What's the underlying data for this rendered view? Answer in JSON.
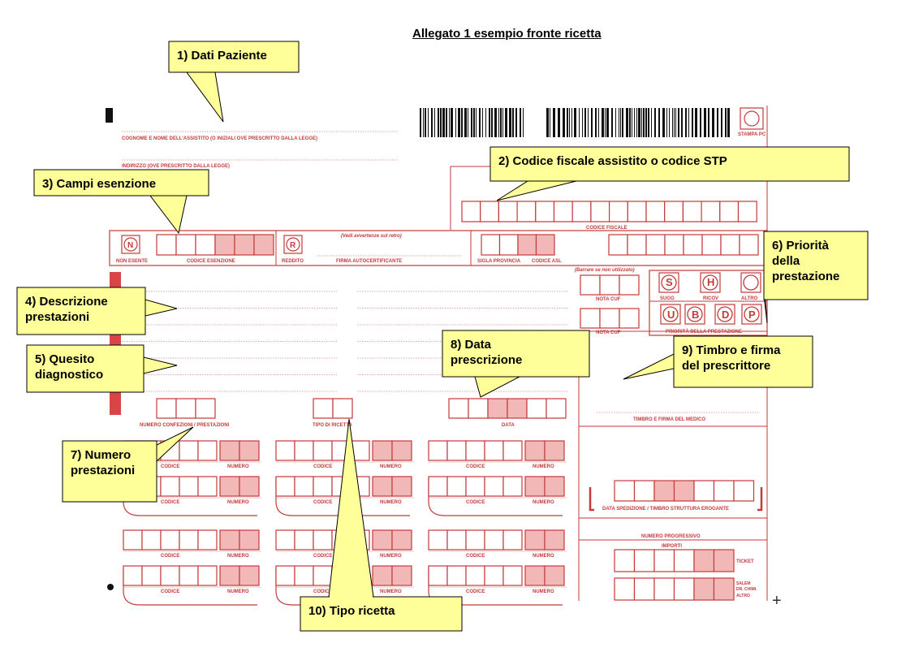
{
  "page_title": "Allegato 1 esempio fronte ricetta",
  "colors": {
    "form_red": "#c43a3a",
    "fill_red": "#f2b8b8",
    "callout_fill": "#ffff99"
  },
  "form": {
    "name_line": "COGNOME E NOME DELL'ASSISTITO (O INIZIALI OVE PRESCRITTO DALLA LEGGE)",
    "address_line": "INDIRIZZO (OVE PRESCRITTO DALLA LEGGE)",
    "stampa_pc": "STAMPA PC",
    "codice_fiscale": "CODICE FISCALE",
    "non_esente": "NON ESENTE",
    "codice_esenzione": "CODICE ESENZIONE",
    "reddito": "REDDITO",
    "vedi_avvertenze": "(Vedi avvertenze sul retro)",
    "firma_autocertificante": "FIRMA AUTOCERTIFICANTE",
    "sigla_provincia": "SIGLA PROVINCIA",
    "codice_asl": "CODICE ASL",
    "barrare": "(Barrare se non utilizzato)",
    "nota_cuf_1": "NOTA CUF",
    "nota_cuf_2": "NOTA CUF",
    "sugg": "SUGG",
    "ricov": "RICOV",
    "altro": "ALTRO",
    "priorita": "PRIORITÀ DELLA PRESTAZIONE",
    "numero_confezioni": "NUMERO CONFEZIONI / PRESTAZIONI",
    "tipo_ricetta": "TIPO DI RICETTA",
    "data": "DATA",
    "timbro_medico": "TIMBRO E FIRMA DEL MEDICO",
    "data_spedizione": "DATA SPEDIZIONE / TIMBRO STRUTTURA EROGANTE",
    "numero_progressivo": "NUMERO PROGRESSIVO",
    "importi": "IMPORTI",
    "ticket": "TICKET",
    "altro_importi": "ALTRO",
    "codice": "CODICE",
    "numero": "NUMERO",
    "letters": {
      "N": "N",
      "R": "R",
      "S": "S",
      "H": "H",
      "U": "U",
      "B": "B",
      "D": "D",
      "P": "P"
    }
  },
  "callouts": [
    {
      "id": "c1",
      "lines": [
        "1) Dati Paziente"
      ]
    },
    {
      "id": "c2",
      "lines": [
        "2) Codice fiscale assistito o codice STP"
      ]
    },
    {
      "id": "c3",
      "lines": [
        "3) Campi esenzione"
      ]
    },
    {
      "id": "c4",
      "lines": [
        "4) Descrizione",
        "prestazioni"
      ]
    },
    {
      "id": "c5",
      "lines": [
        "5) Quesito",
        "diagnostico"
      ]
    },
    {
      "id": "c6",
      "lines": [
        "6) Priorità",
        "della",
        "prestazione"
      ]
    },
    {
      "id": "c7",
      "lines": [
        "7) Numero",
        "prestazioni"
      ]
    },
    {
      "id": "c8",
      "lines": [
        "8) Data",
        "prescrizione"
      ]
    },
    {
      "id": "c9",
      "lines": [
        "9) Timbro e firma",
        "del prescrittore"
      ]
    },
    {
      "id": "c10",
      "lines": [
        "10) Tipo ricetta"
      ]
    }
  ]
}
